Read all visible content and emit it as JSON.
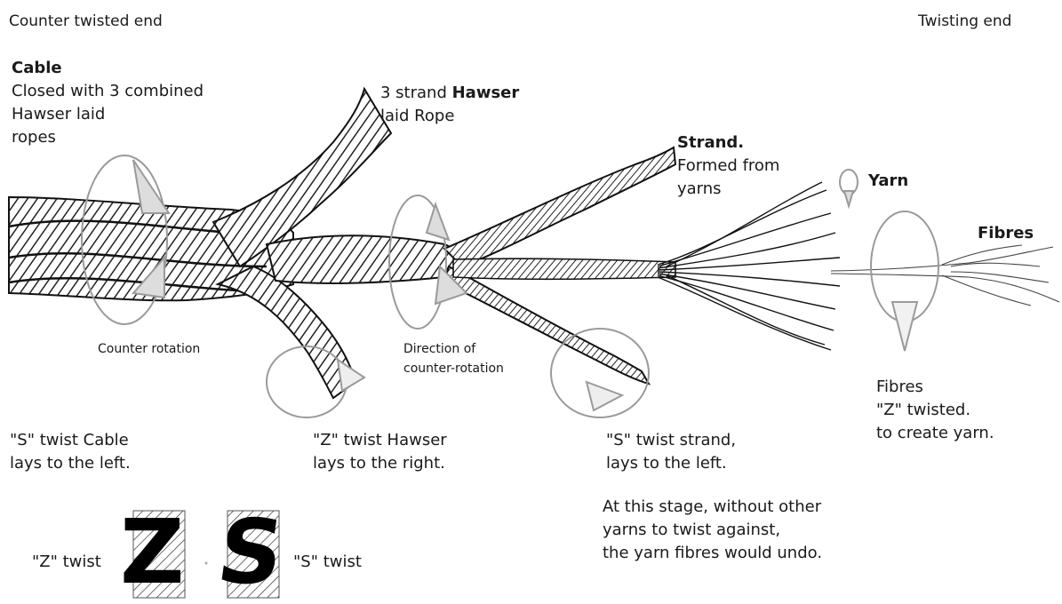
{
  "header": {
    "left": "Counter twisted end",
    "right": "Twisting end"
  },
  "cable": {
    "title": "Cable",
    "lines": [
      "Closed with 3 combined",
      "Hawser laid",
      "ropes"
    ]
  },
  "hawser": {
    "line1_prefix": "3 strand ",
    "line1_bold": "Hawser",
    "line2": "laid Rope"
  },
  "strand": {
    "title": "Strand.",
    "lines": [
      "Formed from",
      "yarns"
    ]
  },
  "yarn": {
    "title": "Yarn"
  },
  "fibres": {
    "title": "Fibres"
  },
  "rotation": {
    "counter": "Counter rotation",
    "direction_lines": [
      "Direction of",
      "counter-rotation"
    ]
  },
  "twist_notes": {
    "s_cable": [
      "\"S\" twist Cable",
      "lays to the left."
    ],
    "z_hawser": [
      "\"Z\" twist Hawser",
      "lays to the right."
    ],
    "s_strand": [
      "\"S\" twist strand,",
      "lays to the left."
    ],
    "fibres_z": [
      "Fibres",
      "\"Z\" twisted.",
      "to create yarn."
    ],
    "stage": [
      "At this stage, without other",
      "yarns to twist against,",
      "the yarn fibres would undo."
    ]
  },
  "legend": {
    "z_label": "\"Z\" twist",
    "s_label": "\"S\" twist",
    "z_letter": "Z",
    "s_letter": "S"
  }
}
